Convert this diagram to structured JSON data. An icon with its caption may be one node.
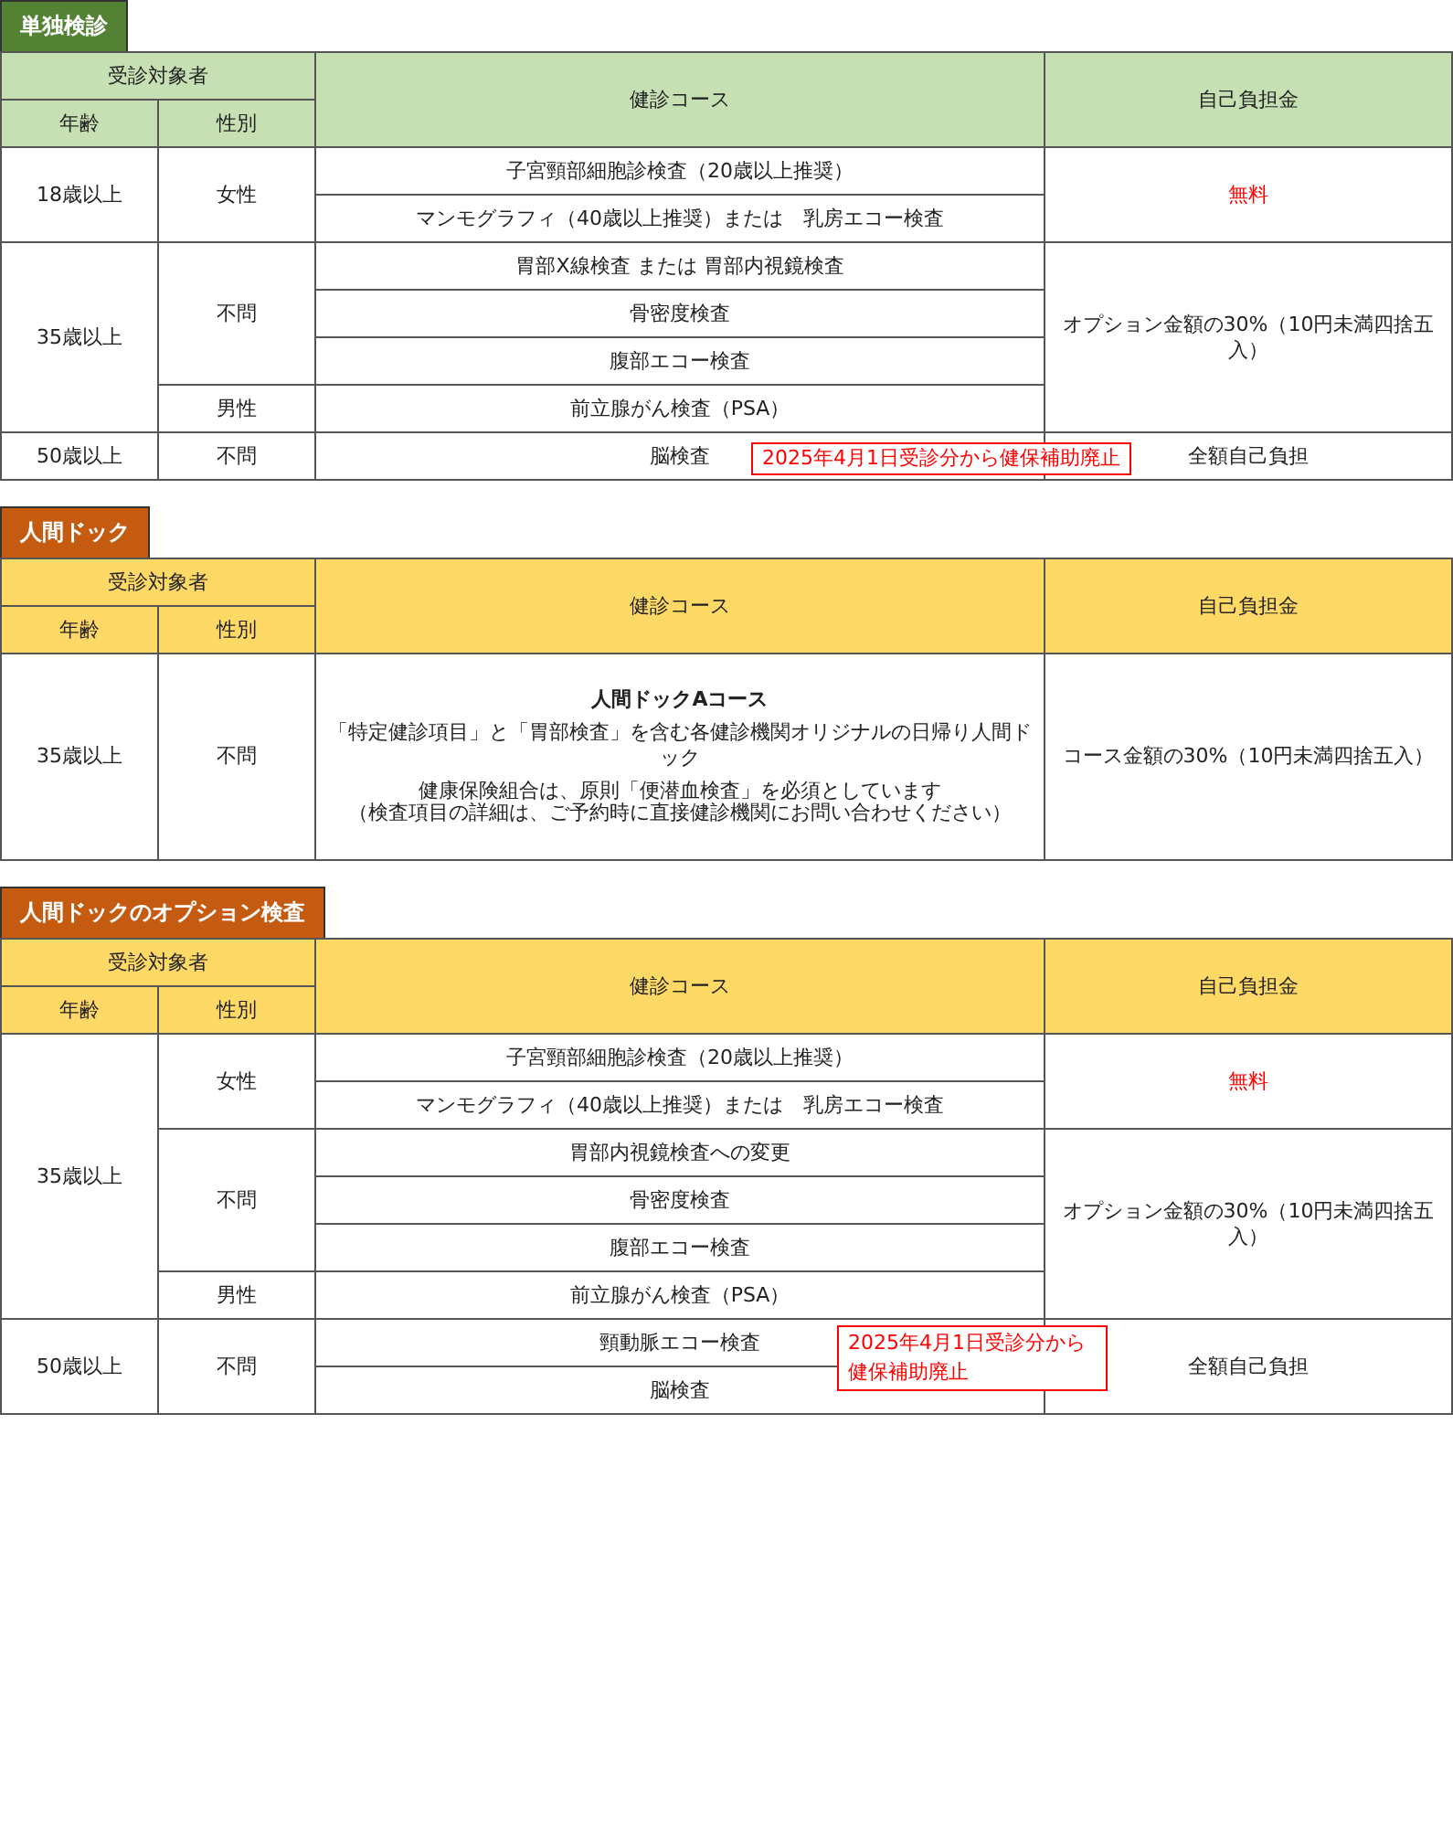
{
  "diagram": {
    "labels": [
      "単独検診",
      "受診対象者",
      "健診コース",
      "自己負担金",
      "年齢",
      "性別",
      "18歳以上",
      "女性",
      "子宮頸部細胞診検査（20歳以上推奨）",
      "無料",
      "マンモグラフィ（40歳以上推奨）または　乳房エコー検査",
      "35歳以上",
      "不問",
      "胃部X線検査 または 胃部内視鏡検査",
      "オプション金額の30%（10円未満四捨五入）",
      "骨密度検査",
      "腹部エコー検査",
      "男性",
      "前立腺がん検査（PSA）",
      "50歳以上",
      "不問",
      "脳検査",
      "2025年4月1日受診分から健保補助廃止",
      "全額自己負担",
      "人間ドック",
      "受診対象者",
      "健診コース",
      "自己負担金",
      "年齢",
      "性別",
      "35歳以上",
      "不問",
      "人間ドックAコース",
      "「特定健診項目」と「胃部検査」を含む各健診機関オリジナルの日帰り人間ドック",
      "健康保険組合は、原則「便潜血検査」を必須としています",
      "（検査項目の詳細は、ご予約時に直接健診機関にお問い合わせください）",
      "コース金額の30%（10円未満四捨五入）",
      "人間ドックのオプション検査",
      "受診対象者",
      "健診コース",
      "自己負担金",
      "年齢",
      "性別",
      "35歳以上",
      "女性",
      "子宮頸部細胞診検査（20歳以上推奨）",
      "無料",
      "マンモグラフィ（40歳以上推奨）または　乳房エコー検査",
      "不問",
      "胃部内視鏡検査への変更",
      "オプション金額の30%（10円未満四捨五入）",
      "骨密度検査",
      "腹部エコー検査",
      "男性",
      "前立腺がん検査（PSA）",
      "50歳以上",
      "不問",
      "頸動脈エコー検査",
      "2025年4月1日受診分から健保補助廃止",
      "全額自己負担",
      "脳検査"
    ]
  }
}
